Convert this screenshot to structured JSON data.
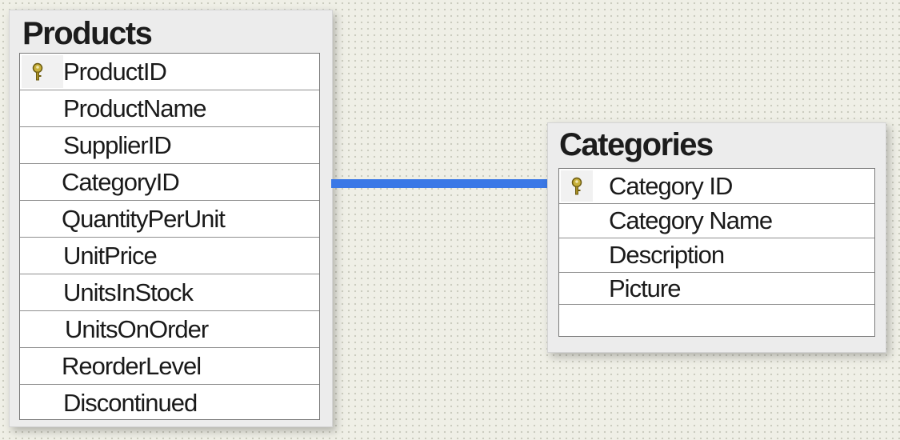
{
  "colors": {
    "relationship_line": "#3a78e6",
    "key_icon": "#c8b03a"
  },
  "tables": {
    "products": {
      "title": "Products",
      "fields": [
        {
          "label": "ProductID",
          "primary_key": true
        },
        {
          "label": "ProductName",
          "primary_key": false
        },
        {
          "label": "SupplierID",
          "primary_key": false
        },
        {
          "label": "CategoryID",
          "primary_key": false
        },
        {
          "label": "QuantityPerUnit",
          "primary_key": false
        },
        {
          "label": "UnitPrice",
          "primary_key": false
        },
        {
          "label": "UnitsInStock",
          "primary_key": false
        },
        {
          "label": "UnitsOnOrder",
          "primary_key": false
        },
        {
          "label": "ReorderLevel",
          "primary_key": false
        },
        {
          "label": "Discontinued",
          "primary_key": false
        }
      ]
    },
    "categories": {
      "title": "Categories",
      "fields": [
        {
          "label": "Category ID",
          "primary_key": true
        },
        {
          "label": "Category Name",
          "primary_key": false
        },
        {
          "label": "Description",
          "primary_key": false
        },
        {
          "label": "Picture",
          "primary_key": false
        },
        {
          "label": "",
          "primary_key": false
        }
      ]
    }
  },
  "relationship": {
    "from": "Products.CategoryID",
    "to": "Categories.Category ID"
  }
}
